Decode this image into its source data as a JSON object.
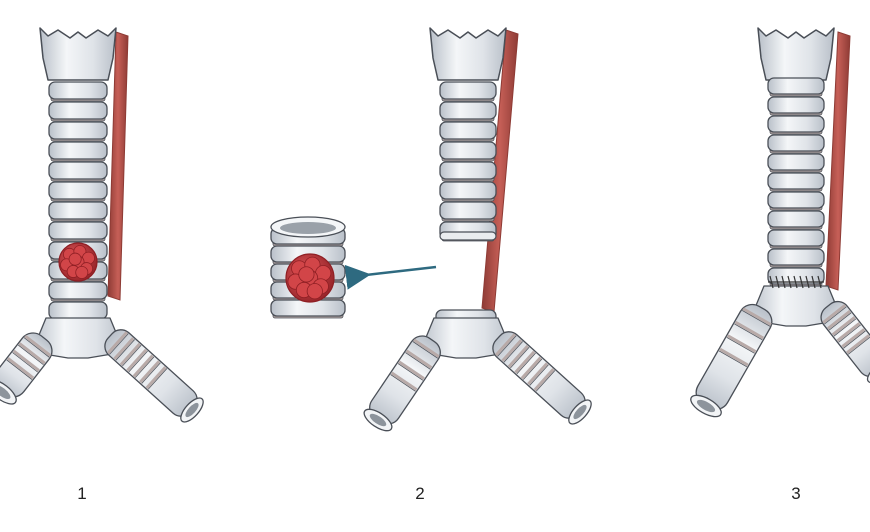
{
  "figure": {
    "panels": [
      {
        "label": "1",
        "state": "tumor-in-place"
      },
      {
        "label": "2",
        "state": "segment-resected"
      },
      {
        "label": "3",
        "state": "end-to-end-anastomosis"
      }
    ],
    "colors": {
      "cartilage": "#dfe3e8",
      "cartilage_shade": "#b9c0c9",
      "band": "#b8aaa8",
      "outline": "#4a4f57",
      "muscle": "#c65f57",
      "muscle_dark": "#8e3b35",
      "tumor": "#c8373a",
      "tumor_dark": "#8f1f24",
      "arrow": "#2e6a80",
      "suture": "#333333"
    },
    "icons": [
      "tumor-mass",
      "resection-arrow",
      "suture-line"
    ]
  }
}
